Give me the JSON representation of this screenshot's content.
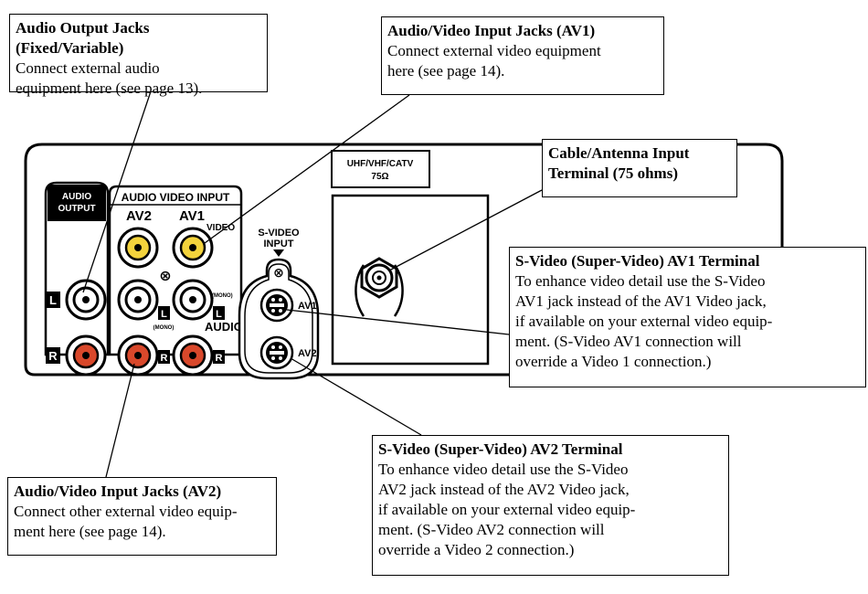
{
  "panel": {
    "audio_output_label": [
      "AUDIO",
      "OUTPUT"
    ],
    "av_input_label": "AUDIO VIDEO INPUT",
    "av2_label": "AV2",
    "av1_label": "AV1",
    "video_label": "VIDEO",
    "svideo_label": [
      "S-VIDEO",
      "INPUT"
    ],
    "svideo_av1_label": "AV1",
    "svideo_av2_label": "AV2",
    "mono_label": "(MONO)",
    "audio_label": "AUDIO",
    "left_label": "L",
    "right_label": "R",
    "antenna_label": [
      "UHF/VHF/CATV",
      "75Ω"
    ],
    "colors": {
      "yellow_jack": "#f3d33c",
      "red_jack": "#d9482b",
      "white_jack": "#ffffff",
      "outline": "#000000"
    }
  },
  "callouts": {
    "audio_output": {
      "title": "Audio Output Jacks (Fixed/Variable)",
      "lines": [
        "Connect external audio",
        "equipment here (see page 13)."
      ]
    },
    "av1_input": {
      "title": "Audio/Video Input Jacks (AV1)",
      "lines": [
        "Connect external video equipment",
        "here (see page 14)."
      ]
    },
    "antenna": {
      "title": "Cable/Antenna Input",
      "lines": [
        "Terminal (75 ohms)"
      ]
    },
    "svideo_av1": {
      "title": "S-Video (Super-Video) AV1 Terminal",
      "lines": [
        "To enhance video detail use the S-Video",
        "AV1 jack instead of the AV1 Video jack,",
        "if available on your external video equip-",
        "ment. (S-Video AV1 connection will",
        "override a Video 1 connection.)"
      ]
    },
    "svideo_av2": {
      "title": "S-Video (Super-Video) AV2 Terminal",
      "lines": [
        "To enhance video detail use the S-Video",
        "AV2 jack instead of the AV2 Video jack,",
        "if available on your external video equip-",
        "ment. (S-Video AV2 connection will",
        "override a Video 2 connection.)"
      ]
    },
    "av2_input": {
      "title": "Audio/Video Input Jacks (AV2)",
      "lines": [
        "Connect other external video equip-",
        "ment here (see page 14)."
      ]
    }
  }
}
